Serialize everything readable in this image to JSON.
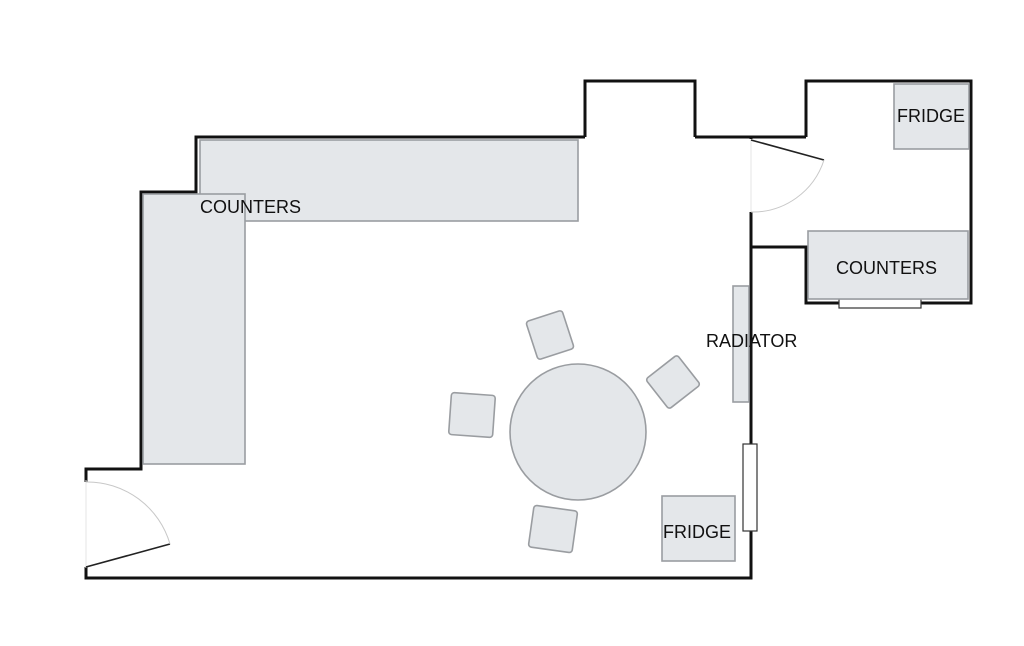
{
  "labels": {
    "counters_main": "COUNTERS",
    "counters_annex": "COUNTERS",
    "fridge_annex": "FRIDGE",
    "fridge_main": "FRIDGE",
    "radiator": "RADIATOR"
  },
  "colors": {
    "wall": "#111111",
    "fixture_fill": "#e4e7ea",
    "fixture_stroke": "#9a9da1",
    "background": "#ffffff"
  }
}
